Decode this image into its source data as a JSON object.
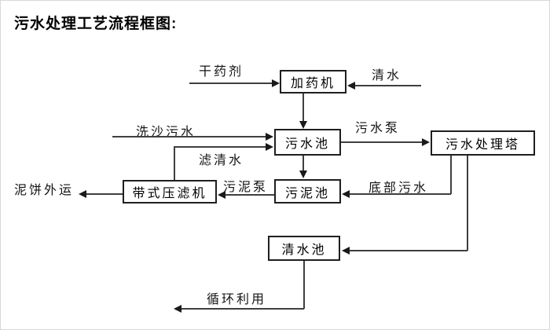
{
  "title": "污水处理工艺流程框图:",
  "nodes": {
    "dosing_machine": {
      "label": "加药机"
    },
    "sewage_pool": {
      "label": "污水池"
    },
    "treatment_tower": {
      "label": "污水处理塔"
    },
    "sludge_pool": {
      "label": "污泥池"
    },
    "belt_filter_press": {
      "label": "带式压滤机"
    },
    "clean_water_pool": {
      "label": "清水池"
    }
  },
  "edges": {
    "dry_chemical": "干药剂",
    "clean_water_in": "清水",
    "sand_washing_sewage": "洗沙污水",
    "sewage_pump": "污水泵",
    "filtered_water": "滤清水",
    "bottom_sewage": "底部污水",
    "sludge_pump": "污泥泵",
    "mud_cake_out": "泥饼外运",
    "recycle_use": "循环利用"
  },
  "colors": {
    "background": "#ffffff",
    "line": "#3f3f3f",
    "border": "#1f1f1f",
    "text": "#000000"
  }
}
